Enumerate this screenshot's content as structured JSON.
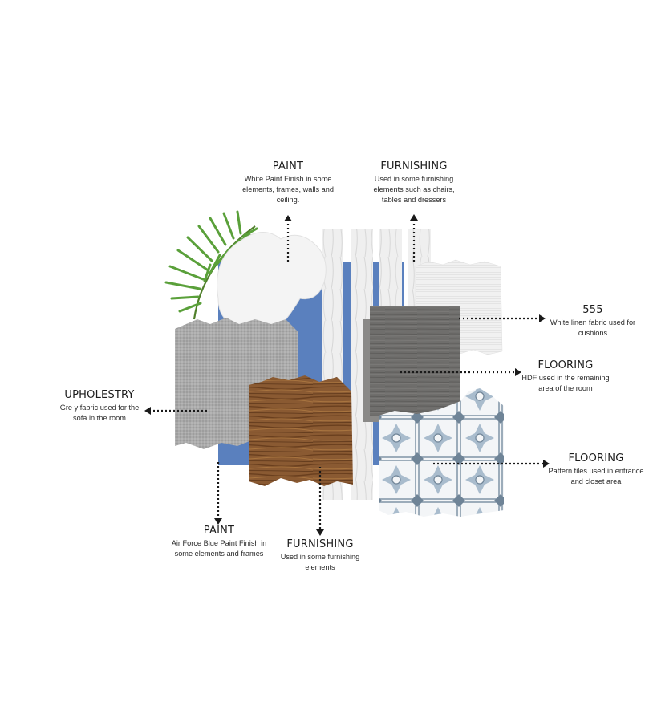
{
  "callouts": {
    "paint_top": {
      "title": "PAINT",
      "desc": "White Paint Finish in some elements, frames, walls and ceiling."
    },
    "furnishing_top": {
      "title": "FURNISHING",
      "desc": "Used in some furnishing elements such as chairs, tables and dressers"
    },
    "linen": {
      "title": "555",
      "desc": "White linen fabric used for cushions"
    },
    "flooring_hdf": {
      "title": "FLOORING",
      "desc": "HDF used in the remaining area of the room"
    },
    "upholstery": {
      "title": "UPHOLESTRY",
      "desc": "Gre y fabric used for the sofa in the room"
    },
    "flooring_tiles": {
      "title": "FLOORING",
      "desc": "Pattern tiles used in entrance and closet area"
    },
    "paint_bottom": {
      "title": "PAINT",
      "desc": "Air Force Blue Paint Finish in some elements and frames"
    },
    "furnishing_bottom": {
      "title": "FURNISHING",
      "desc": "Used in some furnishing elements"
    }
  },
  "colors": {
    "air_force_blue": "#5a80be",
    "white_paint": "#f4f4f4",
    "grey_fabric": "#a9a9a9",
    "wood": "#8a5a32",
    "hdf": "#6e6d6b",
    "tile_blue": "#9fb3c6",
    "linen": "#efefef",
    "palm_green": "#5aa03a"
  },
  "icons": [
    "palm-leaf-icon"
  ]
}
